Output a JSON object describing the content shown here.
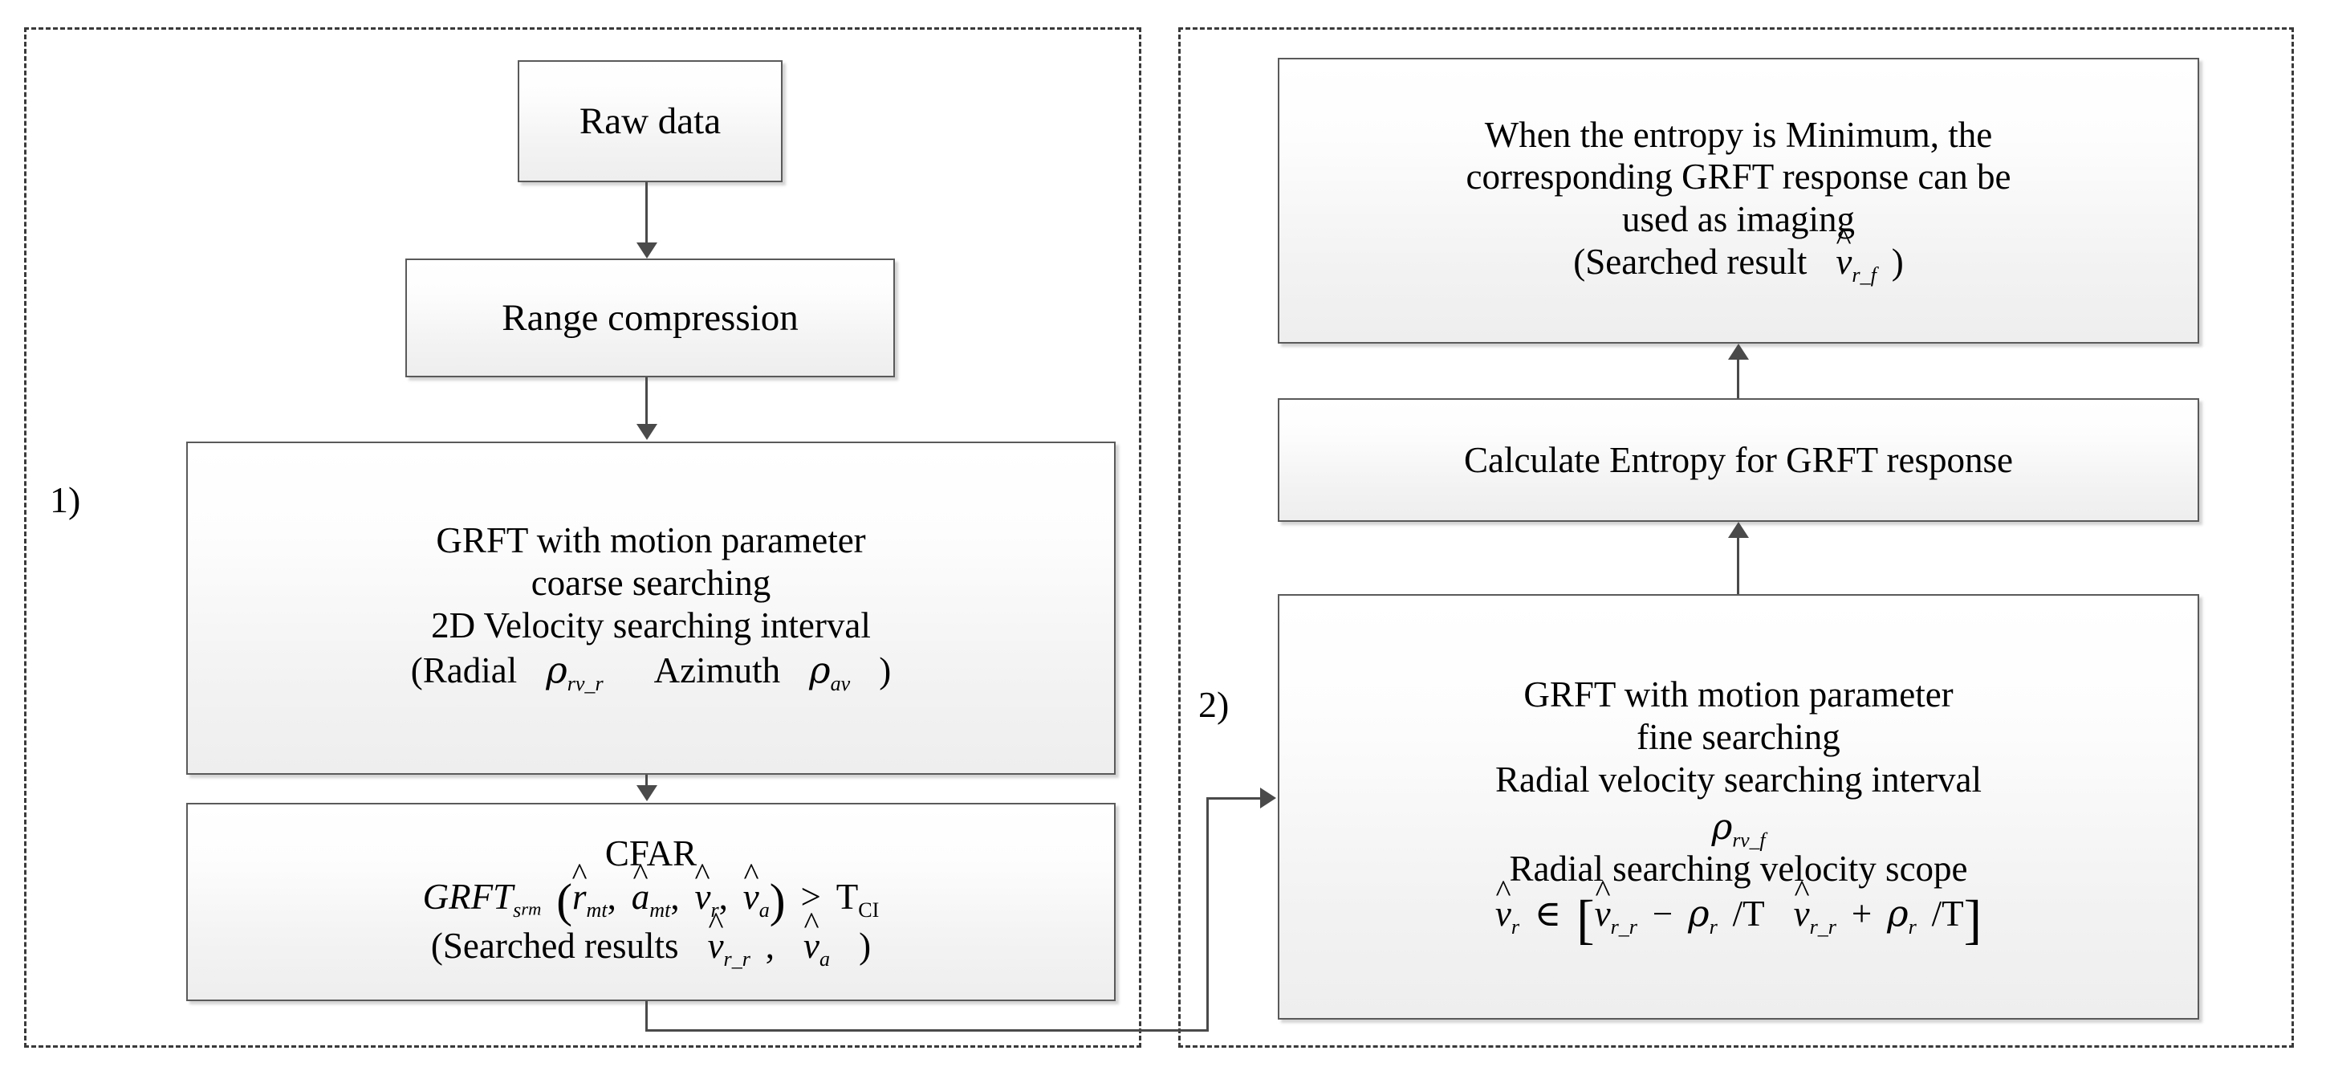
{
  "diagram": {
    "title": "Two-stage GRFT motion parameter searching flowchart",
    "stage_labels": {
      "left": "1)",
      "right": "2)"
    },
    "colors": {
      "node_border": "#5a5a5a",
      "node_fill": "#f2f2f2",
      "panel_border": "#3a3a3a",
      "connector": "#4a4a4a",
      "text": "#000000"
    }
  },
  "left_stage": {
    "raw_data": {
      "label": "Raw data"
    },
    "range_compression": {
      "label": "Range compression"
    },
    "grft_coarse": {
      "line1": "GRFT with motion parameter",
      "line2": "coarse searching",
      "line3": "2D Velocity searching interval",
      "line4_prefix": "(Radial",
      "line4_sym1": "ρ",
      "line4_sym1_sub": "rv_r",
      "line4_mid": "Azimuth",
      "line4_sym2": "ρ",
      "line4_sym2_sub": "av",
      "line4_suffix": ")"
    },
    "cfar": {
      "title": "CFAR",
      "formula": "GRFT_{s_rm}( r̂_mt , â_mt , v̂_r , v̂_a ) > T_CI",
      "formula_parts": {
        "func": "GRFT",
        "func_sub": "s",
        "func_subsub": "rm",
        "args": [
          "r",
          "a",
          "v",
          "v"
        ],
        "arg_subs": [
          "mt",
          "mt",
          "r",
          "a"
        ],
        "relation": ">",
        "threshold": "T",
        "threshold_sub": "CI"
      },
      "result_prefix": "(Searched results",
      "result_sym1": "v",
      "result_sym1_sub": "r_r",
      "result_comma": ",",
      "result_sym2": "v",
      "result_sym2_sub": "a",
      "result_suffix": ")"
    }
  },
  "right_stage": {
    "entropy_conclusion": {
      "line1": "When the entropy is Minimum, the",
      "line2": "corresponding  GRFT response can be",
      "line3": "used as imaging",
      "line4_prefix": "(Searched result",
      "line4_sym": "v",
      "line4_sym_sub": "r_f",
      "line4_suffix": ")"
    },
    "calculate_entropy": {
      "label": "Calculate Entropy for GRFT response"
    },
    "grft_fine": {
      "line1": "GRFT with motion parameter",
      "line2": "fine searching",
      "line3": "Radial velocity searching interval",
      "line4_sym": "ρ",
      "line4_sym_sub": "rv_f",
      "line5": "Radial searching velocity scope",
      "formula": "v̂_r ∈ [ v̂_{r_r} − ρ_r /T   v̂_{r_r} + ρ_r /T ]",
      "formula_parts": {
        "lhs": "v",
        "lhs_sub": "r",
        "member": "∈",
        "open": "[",
        "t1": "v",
        "t1_sub": "r_r",
        "op1": "−",
        "rho1": "ρ",
        "rho1_sub": "r",
        "div1": "/T",
        "t2": "v",
        "t2_sub": "r_r",
        "op2": "+",
        "rho2": "ρ",
        "rho2_sub": "r",
        "div2": "/T",
        "close": "]"
      }
    }
  },
  "connectors": [
    {
      "name": "raw-to-range",
      "type": "arrow-down"
    },
    {
      "name": "range-to-grft-coarse",
      "type": "arrow-down"
    },
    {
      "name": "grft-coarse-to-cfar",
      "type": "arrow-down"
    },
    {
      "name": "cfar-to-grft-fine",
      "type": "elbow-arrow-right"
    },
    {
      "name": "grft-fine-to-entropy",
      "type": "arrow-up"
    },
    {
      "name": "entropy-to-conclusion",
      "type": "arrow-up"
    }
  ]
}
